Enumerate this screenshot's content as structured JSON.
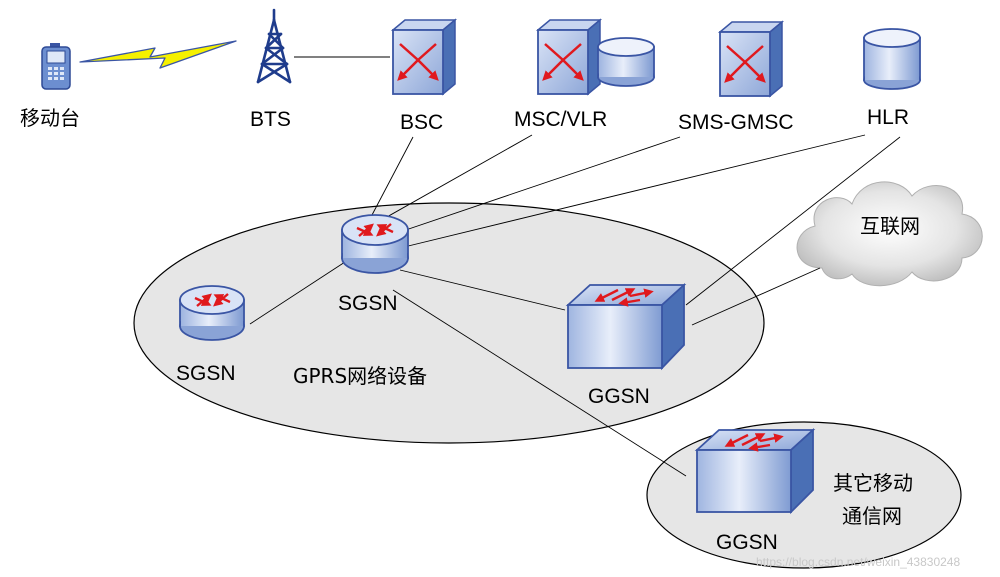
{
  "nodes": {
    "mobile_station": "移动台",
    "bts": "BTS",
    "bsc": "BSC",
    "msc_vlr": "MSC/VLR",
    "sms_gmsc": "SMS-GMSC",
    "hlr": "HLR",
    "internet": "互联网",
    "sgsn_main": "SGSN",
    "sgsn_left": "SGSN",
    "ggsn_main": "GGSN",
    "ggsn_other": "GGSN"
  },
  "regions": {
    "gprs": "GPRS网络设备",
    "other_network_line1": "其它移动",
    "other_network_line2": "通信网"
  },
  "watermark": "https://blog.csdn.net/weixin_43830248",
  "colors": {
    "device_blue": "#4a6fb5",
    "device_light": "#b8c8ea",
    "arrow_red": "#e0191e",
    "ellipse_fill": "#e6e6e6",
    "bolt_yellow": "#f5f000"
  }
}
